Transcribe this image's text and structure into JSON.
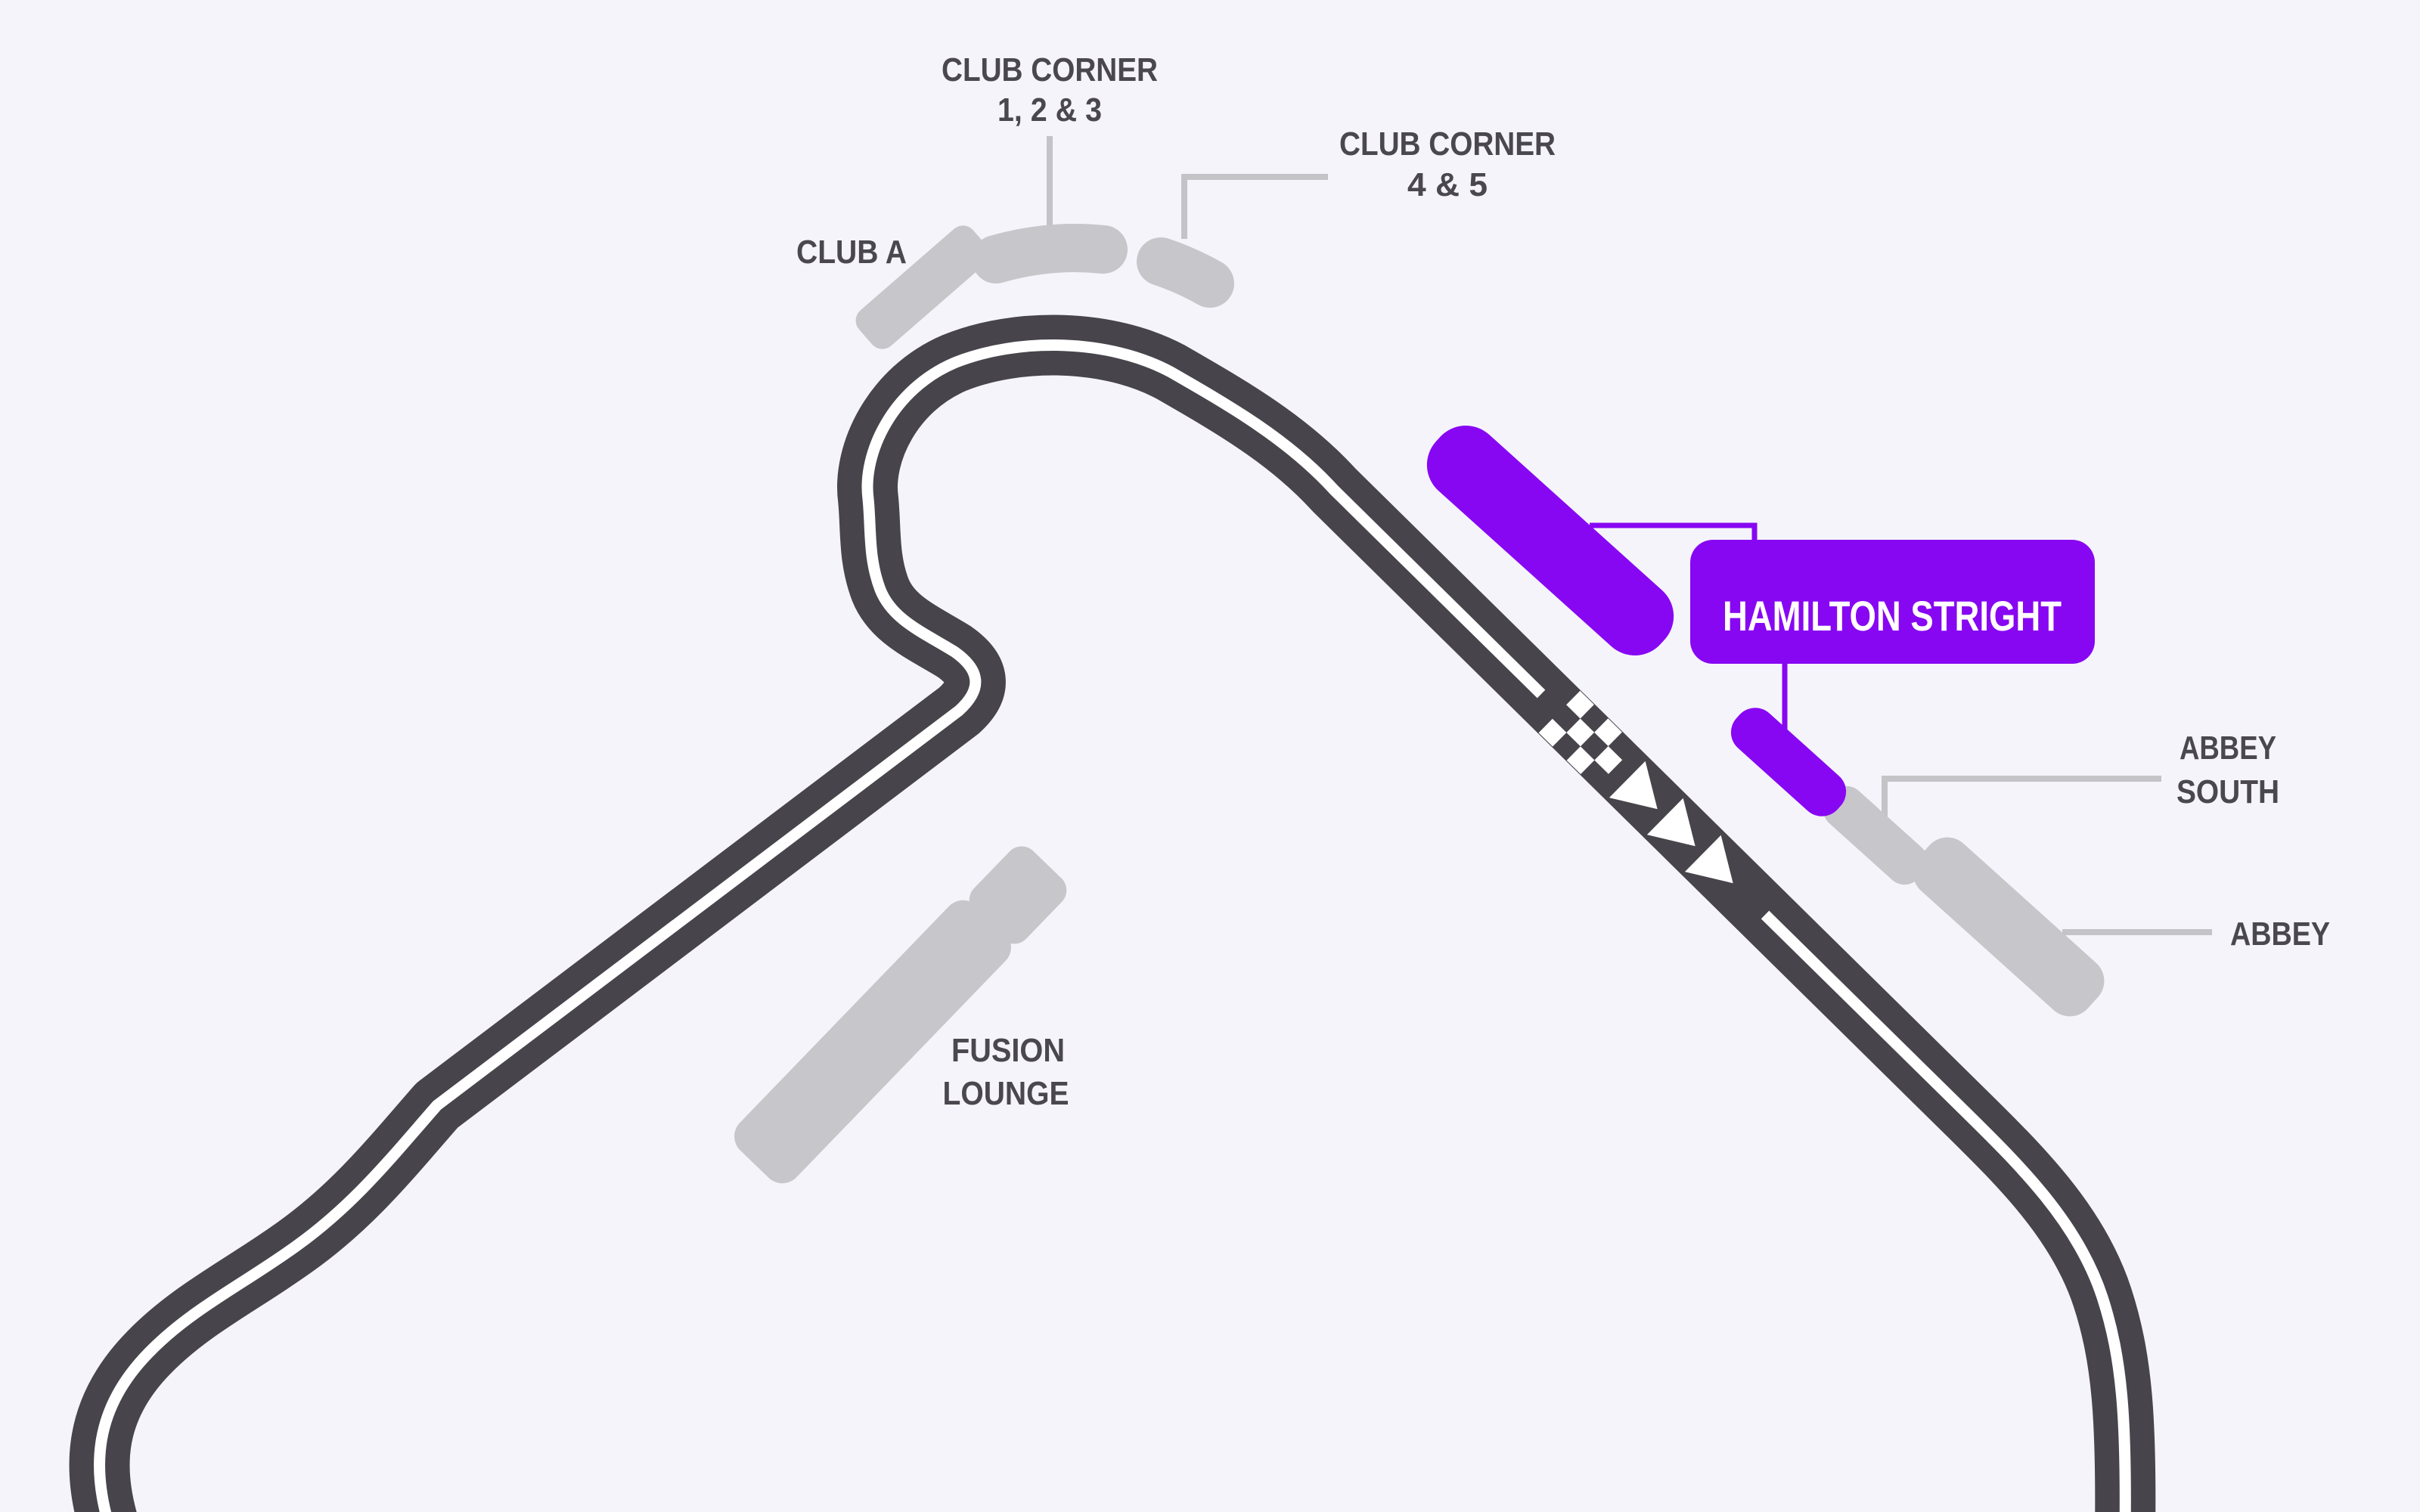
{
  "colors": {
    "background": "#f5f4fb",
    "track": "#47454b",
    "center_line": "#ffffff",
    "stand": "#c7c6ca",
    "leader_line": "#c4c3c7",
    "accent": "#8807f2",
    "label_text": "#4a484e",
    "highlight_label_text": "#ffffff"
  },
  "stands": {
    "club_corner_1_2_3": {
      "label_line1": "CLUB CORNER",
      "label_line2": "1, 2 & 3"
    },
    "club_corner_4_5": {
      "label_line1": "CLUB CORNER",
      "label_line2": "4 & 5"
    },
    "club_a": {
      "label": "CLUB A"
    },
    "hamilton_straight": {
      "label": "HAMILTON STRIGHT",
      "highlighted": true
    },
    "abbey_south": {
      "label_line1": "ABBEY",
      "label_line2": "SOUTH"
    },
    "abbey": {
      "label": "ABBEY"
    },
    "fusion_lounge": {
      "label_line1": "FUSION",
      "label_line2": "LOUNGE"
    }
  }
}
